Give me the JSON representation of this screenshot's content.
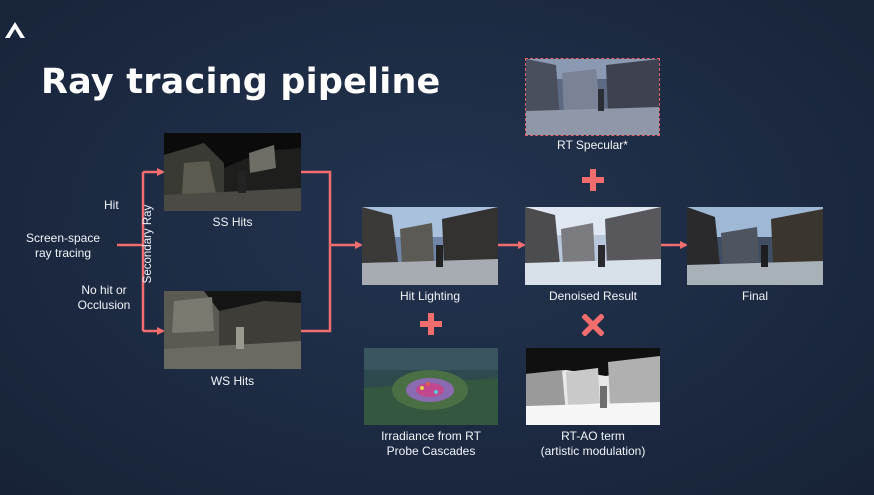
{
  "slide": {
    "title": "Ray tracing pipeline"
  },
  "colors": {
    "accent": "#f26d6d",
    "background": "#1f2d46",
    "text": "#ffffff"
  },
  "inputs": {
    "hit_label": "Hit",
    "source_label": "Screen-space\nray tracing",
    "miss_label": "No hit or\nOcclusion",
    "branch_label": "Secondary Ray"
  },
  "nodes": {
    "ss_hits": "SS Hits",
    "ws_hits": "WS Hits",
    "hit_lighting": "Hit Lighting",
    "denoised_result": "Denoised Result",
    "final": "Final",
    "rt_specular": "RT Specular*",
    "irradiance": "Irradiance from RT\nProbe Cascades",
    "rt_ao": "RT-AO term\n(artistic modulation)"
  },
  "operators": {
    "specular_op": "plus-icon",
    "irradiance_op": "plus-icon",
    "ao_op": "multiply-icon"
  }
}
